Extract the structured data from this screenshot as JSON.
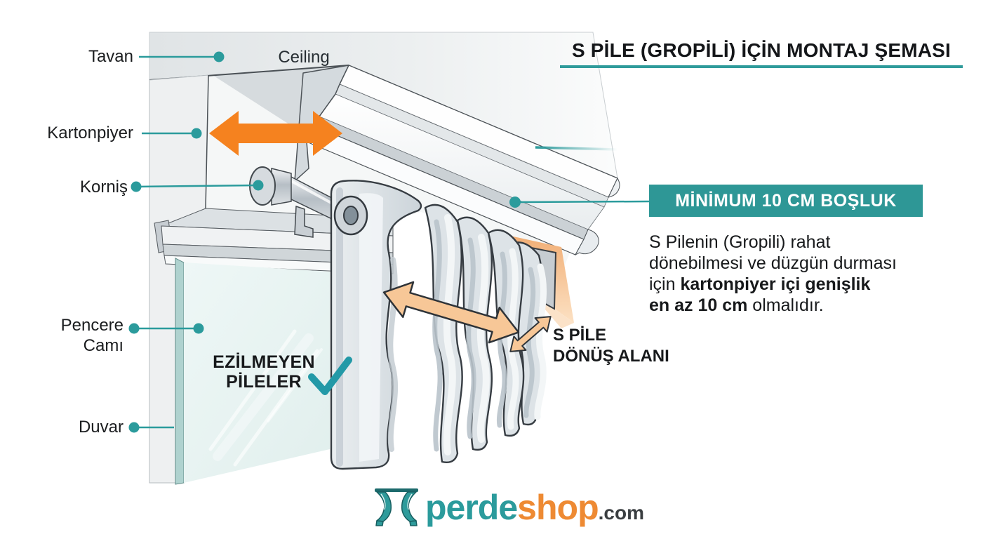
{
  "header": {
    "title": "S PİLE (GROPİLİ) İÇİN MONTAJ ŞEMASI"
  },
  "labels": {
    "tavan": "Tavan",
    "kartonpiyer": "Kartonpiyer",
    "kornis": "Korniş",
    "pencere_line1": "Pencere",
    "pencere_line2": "Camı",
    "duvar": "Duvar",
    "ceiling": "Ceiling",
    "ezilmeyen_line1": "EZİLMEYEN",
    "ezilmeyen_line2": "PİLELER",
    "spile_line1": "S PİLE",
    "spile_line2": "DÖNÜŞ ALANI"
  },
  "callout": {
    "badge_label": "MİNİMUM 10 CM BOŞLUK",
    "line1": "S Pilenin (Gropili) rahat",
    "line2": "dönebilmesi ve düzgün durması",
    "line3_normal": "için ",
    "line3_bold": "kartonpiyer içi genişlik",
    "line4_bold": "en az 10 cm",
    "line4_normal": " olmalıdır."
  },
  "logo": {
    "icon": "curtains-icon",
    "part1": "perde",
    "part2": "shop",
    "part3": ".com"
  },
  "colors": {
    "accent_teal": "#2B9B9C",
    "badge_teal": "#2E9796",
    "check_teal": "#2399A7",
    "arrow_orange": "#F5821F",
    "peach_arrow": "#F7C797",
    "peach_area": "#F2B078",
    "logo_orange": "#EE8A33",
    "text_dark": "#17191B"
  }
}
